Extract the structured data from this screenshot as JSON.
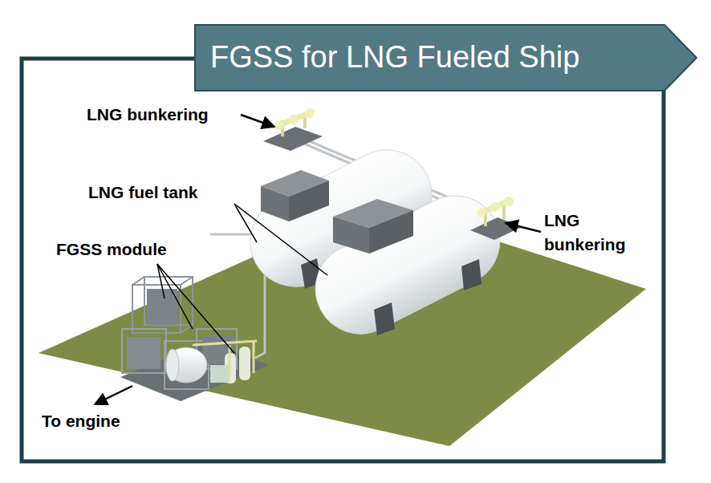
{
  "diagram": {
    "title": "FGSS for LNG Fueled Ship",
    "labels": [
      "LNG bunkering",
      "LNG fuel tank",
      "FGSS module",
      "LNG bunkering",
      "To engine"
    ]
  }
}
